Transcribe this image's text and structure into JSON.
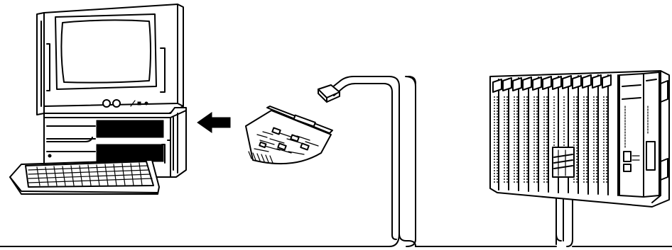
{
  "diagram": {
    "kind": "system-connection-illustration",
    "components": [
      {
        "id": "computer",
        "icon": "desktop-computer-icon"
      },
      {
        "id": "interface-board",
        "icon": "expansion-card-icon"
      },
      {
        "id": "plc",
        "icon": "plc-rack-icon"
      },
      {
        "id": "cable",
        "icon": "network-cable-icon"
      }
    ],
    "arrow": {
      "from": "interface-board",
      "to": "computer",
      "direction": "left"
    },
    "colors": {
      "line": "#000000",
      "background": "#ffffff"
    }
  }
}
